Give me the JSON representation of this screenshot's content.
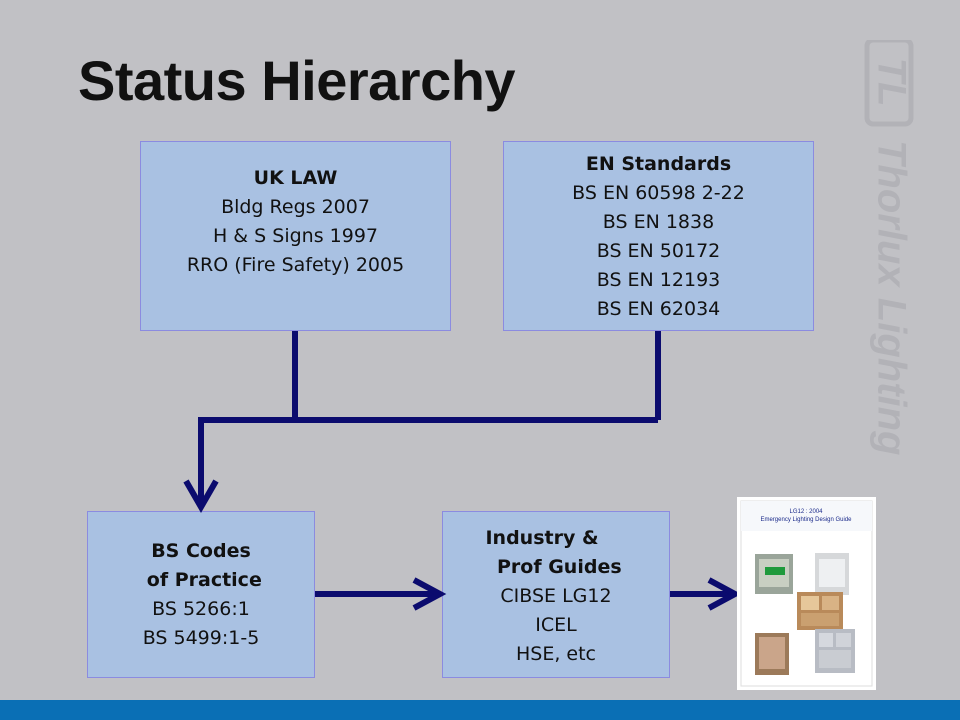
{
  "title": "Status Hierarchy",
  "uk_law": {
    "heading": "UK LAW",
    "lines": [
      "Bldg Regs 2007",
      "H & S Signs 1997",
      "RRO (Fire Safety) 2005"
    ]
  },
  "en_standards": {
    "heading": "EN Standards",
    "lines": [
      "BS EN 60598 2-22",
      "BS EN 1838",
      "BS EN 50172",
      "BS EN 12193",
      "BS EN 62034"
    ]
  },
  "bs_codes": {
    "heading_1": "BS Codes",
    "heading_2": " of Practice",
    "lines": [
      "BS 5266:1",
      "BS 5499:1-5"
    ]
  },
  "industry_guides": {
    "heading_1": "Industry &",
    "heading_2": " Prof Guides",
    "lines": [
      "CIBSE LG12",
      "ICEL",
      "HSE, etc"
    ]
  },
  "guide_cover": {
    "line_1": "LG12 : 2004",
    "line_2": "Emergency Lighting Design Guide"
  },
  "watermark": "Thorlux Lighting",
  "colors": {
    "background": "#c1c1c5",
    "box_fill": "#a9c1e2",
    "box_border": "#8b8be0",
    "connector": "#0b0b6e",
    "bottom_bar": "#0a6fb5"
  }
}
